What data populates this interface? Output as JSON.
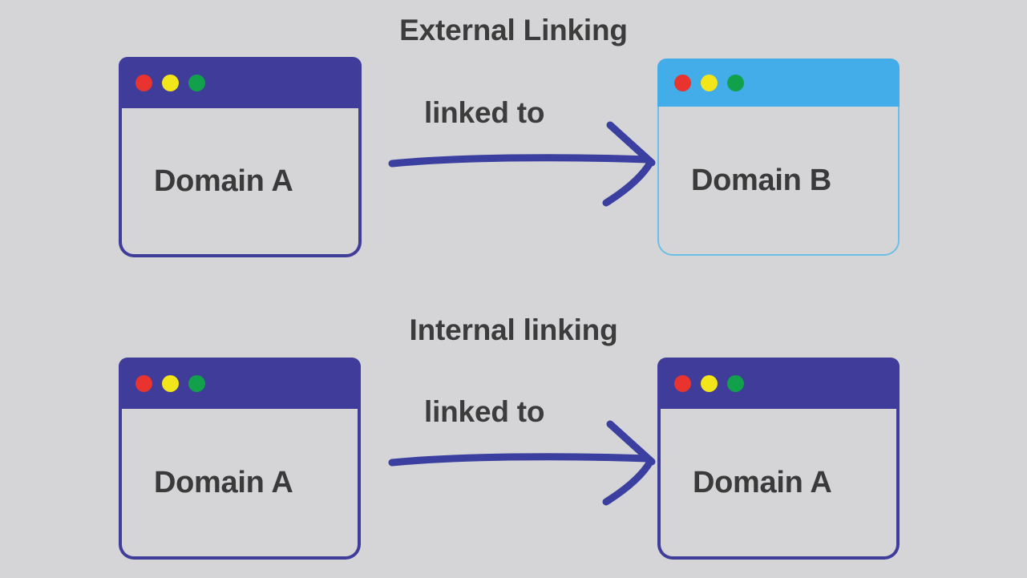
{
  "page": {
    "background_color": "#d5d5d7",
    "text_color": "#3a3a3a"
  },
  "sections": [
    {
      "title": "External Linking",
      "source": {
        "label": "Domain A",
        "titlebar_color": "#3f3d99",
        "border_color": "#3f3d99",
        "dots": [
          "red-dot",
          "yellow-dot",
          "green-dot"
        ]
      },
      "connector": {
        "label": "linked to",
        "color": "#3b3fa0",
        "icon": "hand-drawn-arrow-right-icon"
      },
      "target": {
        "label": "Domain B",
        "titlebar_color": "#42ade9",
        "border_color": "#6cbfe4",
        "dots": [
          "red-dot",
          "yellow-dot",
          "green-dot"
        ]
      }
    },
    {
      "title": "Internal linking",
      "source": {
        "label": "Domain A",
        "titlebar_color": "#3f3d99",
        "border_color": "#3f3d99",
        "dots": [
          "red-dot",
          "yellow-dot",
          "green-dot"
        ]
      },
      "connector": {
        "label": "linked to",
        "color": "#3b3fa0",
        "icon": "hand-drawn-arrow-right-icon"
      },
      "target": {
        "label": "Domain A",
        "titlebar_color": "#3f3d99",
        "border_color": "#3f3d99",
        "dots": [
          "red-dot",
          "yellow-dot",
          "green-dot"
        ]
      }
    }
  ],
  "colors": {
    "dot_red": "#e8332e",
    "dot_yellow": "#f2e519",
    "dot_green": "#12a14b",
    "indigo": "#3f3d99",
    "sky_blue": "#42ade9",
    "arrow": "#3b3fa0"
  }
}
